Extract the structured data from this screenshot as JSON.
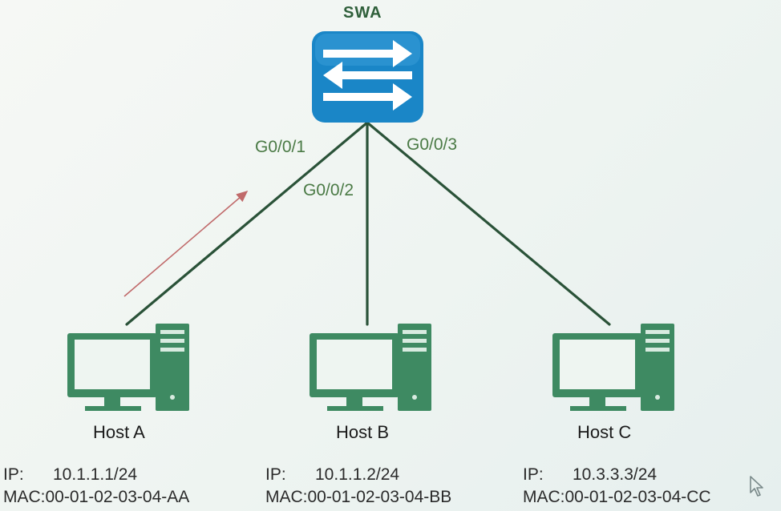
{
  "switch": {
    "name": "SWA",
    "ports": [
      "G0/0/1",
      "G0/0/2",
      "G0/0/3"
    ]
  },
  "hosts": [
    {
      "name": "Host A",
      "ip_label": "IP:",
      "ip": "10.1.1.1/24",
      "mac": "MAC:00-01-02-03-04-AA"
    },
    {
      "name": "Host B",
      "ip_label": "IP:",
      "ip": "10.1.1.2/24",
      "mac": "MAC:00-01-02-03-04-BB"
    },
    {
      "name": "Host C",
      "ip_label": "IP:",
      "ip": "10.3.3.3/24",
      "mac": "MAC:00-01-02-03-04-CC"
    }
  ],
  "colors": {
    "switch_fill": "#1a86c7",
    "link": "#2a5238",
    "host": "#3e8a62",
    "annotation_arrow": "#c06a6a"
  },
  "icons": [
    "switch-icon",
    "computer-icon",
    "cursor-icon"
  ]
}
